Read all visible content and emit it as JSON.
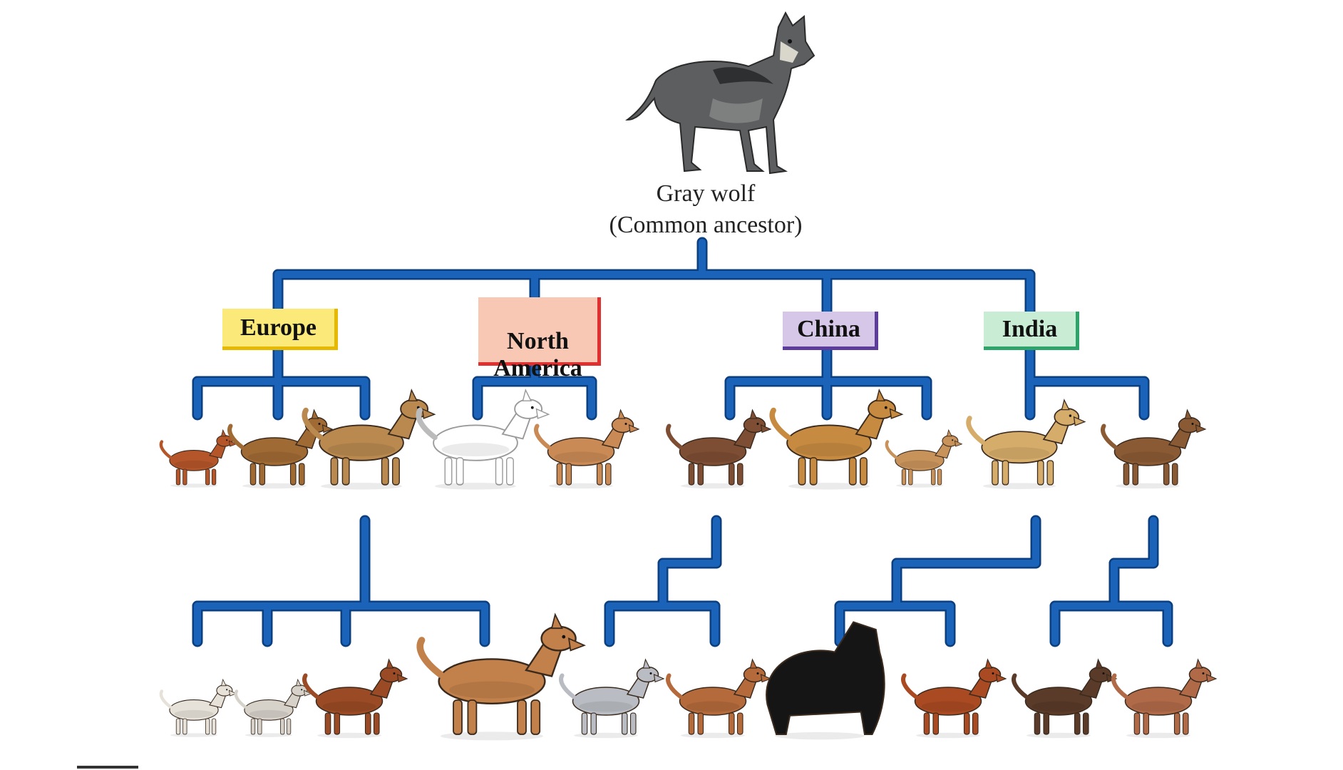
{
  "root": {
    "name": "Gray wolf",
    "subtitle": "(Common ancestor)"
  },
  "colors": {
    "branch": "#1a63b8",
    "branch_edge": "#0b3f80",
    "europe_fill": "#fbe97a",
    "europe_border": "#e6b800",
    "north_america_fill": "#f8c8b4",
    "north_america_border": "#e03030",
    "china_fill": "#d6c6e8",
    "china_border": "#5d3d9c",
    "india_fill": "#c9ecd4",
    "india_border": "#2ea36a"
  },
  "regions": [
    {
      "id": "europe",
      "label": "Europe"
    },
    {
      "id": "north-america",
      "label": "North\nAmerica"
    },
    {
      "id": "china",
      "label": "China"
    },
    {
      "id": "india",
      "label": "India"
    }
  ],
  "breeds_row1": [
    {
      "icon": "pomeranian-icon",
      "coat": "#b5562a"
    },
    {
      "icon": "airedale-icon",
      "coat": "#a06a34"
    },
    {
      "icon": "mastiff-icon",
      "coat": "#b9894f"
    },
    {
      "icon": "samoyed-icon",
      "coat": "#ffffff"
    },
    {
      "icon": "shiba-icon",
      "coat": "#c98a55"
    },
    {
      "icon": "dingo-icon",
      "coat": "#7d4e33"
    },
    {
      "icon": "chow-chow-icon",
      "coat": "#c68a40"
    },
    {
      "icon": "pekingese-icon",
      "coat": "#c8935b"
    },
    {
      "icon": "saluki-icon",
      "coat": "#d6ac6b"
    },
    {
      "icon": "bloodhound-icon",
      "coat": "#8a5a35"
    }
  ],
  "breeds_row2": [
    {
      "icon": "pug-icon",
      "coat": "#e6e2da"
    },
    {
      "icon": "bulldog-icon",
      "coat": "#d6d2ca"
    },
    {
      "icon": "saint-bernard-icon",
      "coat": "#9a4a24"
    },
    {
      "icon": "great-dane-icon",
      "coat": "#c2804a"
    },
    {
      "icon": "husky-icon",
      "coat": "#b9bcc2"
    },
    {
      "icon": "village-dog-icon",
      "coat": "#b46a3b"
    },
    {
      "icon": "afghan-hound-icon",
      "coat": "#151515"
    },
    {
      "icon": "spaniel-icon",
      "coat": "#a94a22"
    },
    {
      "icon": "pointer-icon",
      "coat": "#5a3a28"
    },
    {
      "icon": "brittany-icon",
      "coat": "#b06a48"
    }
  ]
}
